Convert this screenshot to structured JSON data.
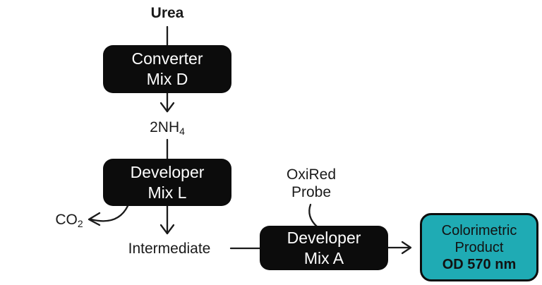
{
  "colors": {
    "background": "#ffffff",
    "box_fill": "#0c0c0c",
    "box_text": "#ffffff",
    "product_fill": "#1fabb4",
    "product_border": "#0c0c0c",
    "text": "#1a1a1a",
    "line": "#1a1a1a"
  },
  "diagram": {
    "substrate_label": "Urea",
    "converter_box": {
      "line1": "Converter",
      "line2": "Mix D"
    },
    "ammonia_label": {
      "base": "2NH",
      "sub": "4"
    },
    "developer_l_box": {
      "line1": "Developer",
      "line2": "Mix L"
    },
    "co2_label": {
      "base": "CO",
      "sub": "2"
    },
    "intermediate_label": "Intermediate",
    "oxired_label": {
      "line1": "OxiRed",
      "line2": "Probe"
    },
    "developer_a_box": {
      "line1": "Developer",
      "line2": "Mix A"
    },
    "product_box": {
      "line1": "Colorimetric",
      "line2": "Product",
      "line3": "OD 570 nm"
    }
  }
}
